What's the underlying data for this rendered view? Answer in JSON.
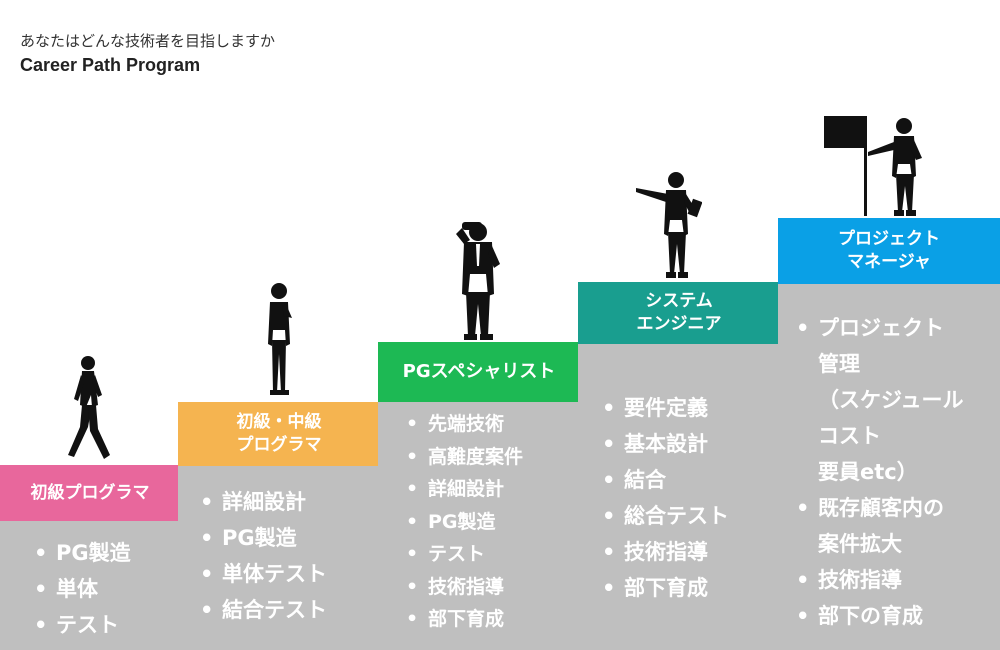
{
  "header": {
    "subtitle": "あなたはどんな技術者を目指しますか",
    "title": "Career Path Program"
  },
  "colors": {
    "step_gray": "#bfbfbf",
    "beginner": "#e8679c",
    "intermediate": "#f5b450",
    "specialist": "#1db954",
    "engineer": "#199e8f",
    "manager": "#0aa0e6"
  },
  "steps": [
    {
      "label": "初級プログラマ",
      "icon": "walking-man-icon",
      "items": [
        "PG製造",
        "単体",
        "テスト"
      ]
    },
    {
      "label": "初級・中級\nプログラマ",
      "icon": "thinking-man-icon",
      "items": [
        "詳細設計",
        "PG製造",
        "単体テスト",
        "結合テスト"
      ]
    },
    {
      "label": "PGスペシャリスト",
      "icon": "binoculars-man-icon",
      "items": [
        "先端技術",
        "高難度案件",
        "詳細設計",
        "PG製造",
        "テスト",
        "技術指導",
        "部下育成"
      ]
    },
    {
      "label": "システム\nエンジニア",
      "icon": "pointing-man-icon",
      "items": [
        "要件定義",
        "基本設計",
        "結合",
        "総合テスト",
        "技術指導",
        "部下育成"
      ]
    },
    {
      "label": "プロジェクト\nマネージャ",
      "icon": "flag-man-icon",
      "items": [
        "プロジェクト\n管理\n（スケジュール\nコスト\n要員etc）",
        "既存顧客内の\n案件拡大",
        "技術指導",
        "部下の育成"
      ]
    }
  ]
}
